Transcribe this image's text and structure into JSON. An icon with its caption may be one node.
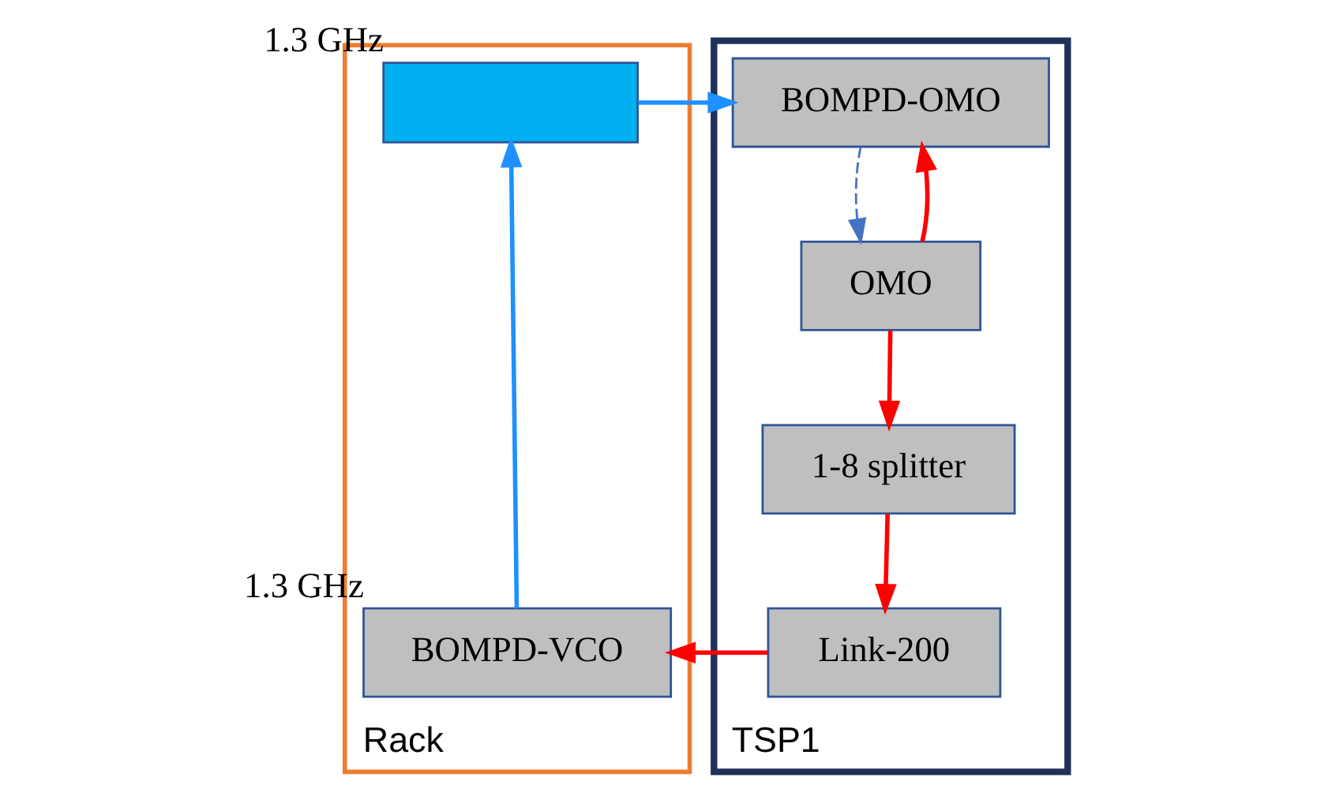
{
  "diagram": {
    "nodes": [
      {
        "text": [
          "Rack"
        ]
      },
      {
        "text": [],
        "shape": "box",
        "in": 0,
        "beside": [
          "1.3 GHz"
        ]
      },
      {
        "text": [
          "BOMPD-VCO"
        ],
        "in": 0,
        "beside": [
          "1.3 GHz"
        ]
      },
      {
        "text": [
          "TSP1"
        ]
      },
      {
        "text": [
          "BOMPD-OMO"
        ],
        "in": 3
      },
      {
        "text": [
          "OMO"
        ],
        "in": 3
      },
      {
        "text": [
          "1-8 splitter"
        ],
        "in": 3
      },
      {
        "text": [
          "Link-200"
        ],
        "in": 3
      }
    ],
    "edges": [
      {
        "from": 2,
        "to": 1,
        "arrow": "to",
        "color": "#1e90ff"
      },
      {
        "from": 1,
        "to": 4,
        "arrow": "to",
        "color": "#1e90ff"
      },
      {
        "from": 4,
        "to": 5,
        "arrow": "to",
        "style": "dashed",
        "color": "#4472c4"
      },
      {
        "from": 5,
        "to": 4,
        "arrow": "to",
        "color": "#ff0000"
      },
      {
        "from": 5,
        "to": 6,
        "arrow": "to",
        "color": "#ff0000"
      },
      {
        "from": 6,
        "to": 7,
        "arrow": "to",
        "color": "#ff0000"
      },
      {
        "from": 7,
        "to": 2,
        "arrow": "to",
        "color": "#ff0000"
      }
    ]
  }
}
